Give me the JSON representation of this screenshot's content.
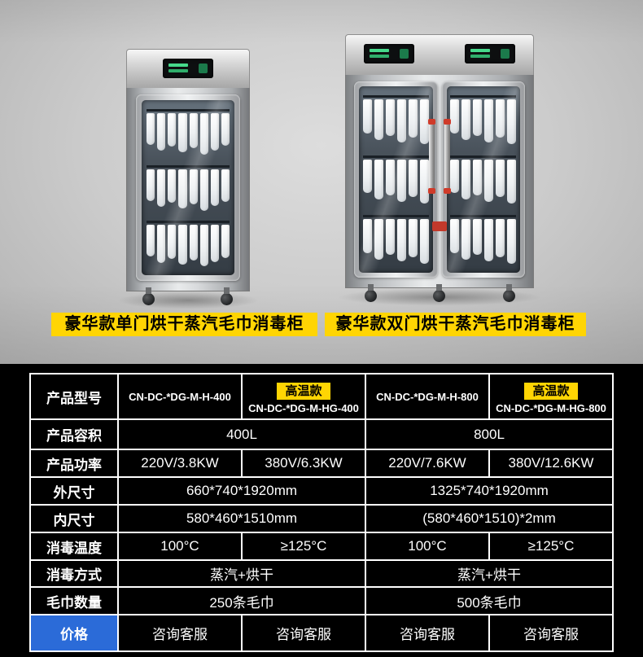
{
  "colors": {
    "accent_yellow": "#ffd503",
    "price_blue": "#2b6bd8",
    "table_border": "#ffffff",
    "table_bg": "#000000"
  },
  "photo": {
    "label_left": "豪华款单门烘干蒸汽毛巾消毒柜",
    "label_right": "豪华款双门烘干蒸汽毛巾消毒柜"
  },
  "table": {
    "rows": {
      "model": {
        "header": "产品型号",
        "c1": "CN-DC-*DG-M-H-400",
        "badge1": "高温款",
        "c2": "CN-DC-*DG-M-HG-400",
        "c3": "CN-DC-*DG-M-H-800",
        "badge2": "高温款",
        "c4": "CN-DC-*DG-M-HG-800"
      },
      "volume": {
        "header": "产品容积",
        "c1": "400L",
        "c2": "800L"
      },
      "power": {
        "header": "产品功率",
        "c1": "220V/3.8KW",
        "c2": "380V/6.3KW",
        "c3": "220V/7.6KW",
        "c4": "380V/12.6KW"
      },
      "outer": {
        "header": "外尺寸",
        "c1": "660*740*1920mm",
        "c2": "1325*740*1920mm"
      },
      "inner": {
        "header": "内尺寸",
        "c1": "580*460*1510mm",
        "c2": "(580*460*1510)*2mm"
      },
      "temp": {
        "header": "消毒温度",
        "c1": "100°C",
        "c2": "≥125°C",
        "c3": "100°C",
        "c4": "≥125°C"
      },
      "method": {
        "header": "消毒方式",
        "c1": "蒸汽+烘干",
        "c2": "蒸汽+烘干"
      },
      "towels": {
        "header": "毛巾数量",
        "c1": "250条毛巾",
        "c2": "500条毛巾"
      },
      "price": {
        "header": "价格",
        "c1": "咨询客服",
        "c2": "咨询客服",
        "c3": "咨询客服",
        "c4": "咨询客服"
      }
    }
  }
}
